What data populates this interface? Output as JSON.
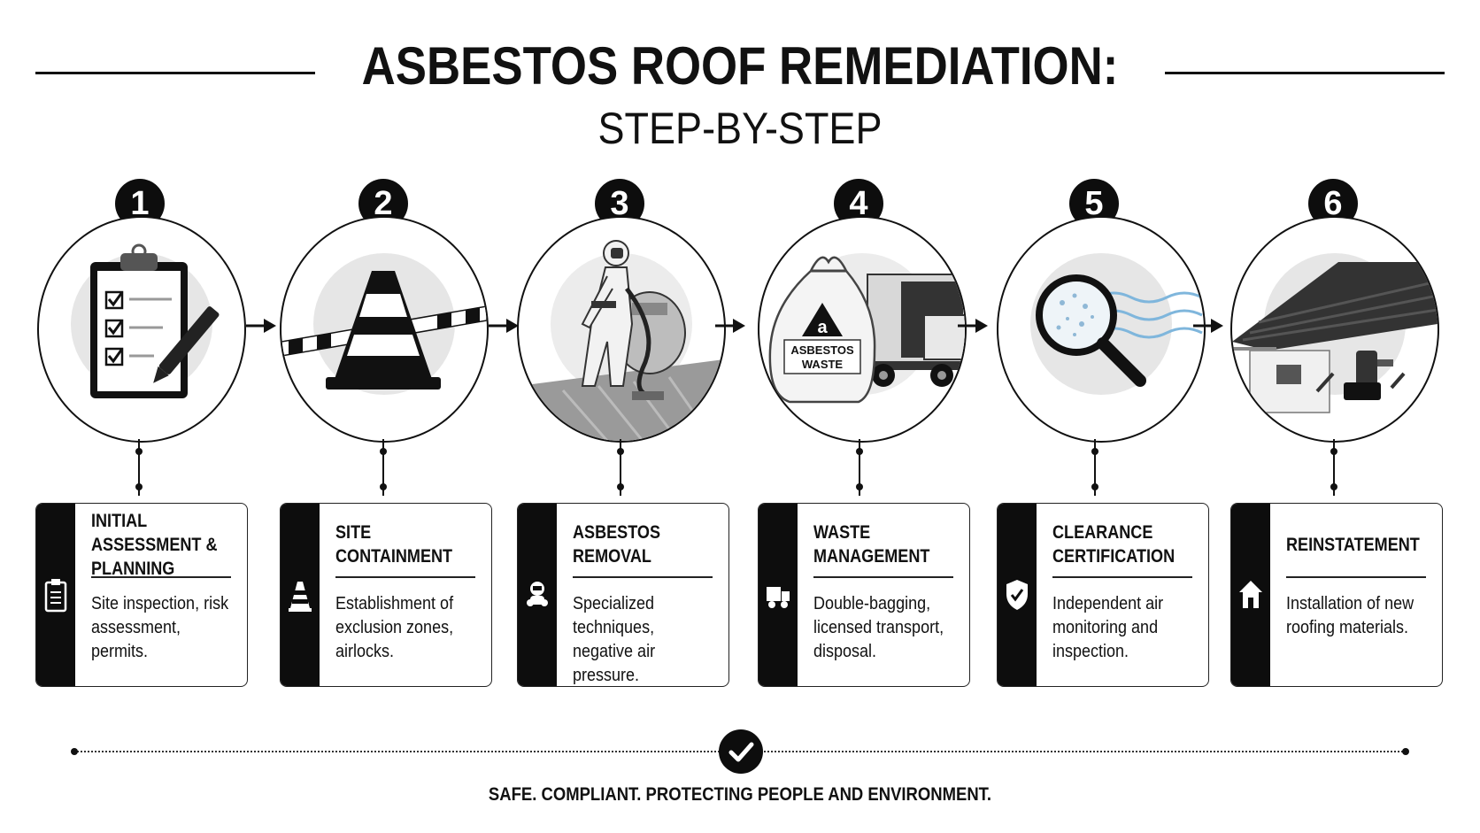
{
  "header": {
    "title": "ASBESTOS ROOF REMEDIATION:",
    "subtitle": "STEP-BY-STEP"
  },
  "steps": [
    {
      "number": "1",
      "title": "INITIAL ASSESSMENT & PLANNING",
      "description": "Site inspection, risk assessment, permits.",
      "icon": "clipboard-icon"
    },
    {
      "number": "2",
      "title": "SITE CONTAINMENT",
      "description": "Establishment of exclusion zones, airlocks.",
      "icon": "traffic-cone-icon"
    },
    {
      "number": "3",
      "title": "ASBESTOS REMOVAL",
      "description": "Specialized techniques, negative air pressure.",
      "icon": "respirator-icon"
    },
    {
      "number": "4",
      "title": "WASTE MANAGEMENT",
      "description": "Double-bagging, licensed transport, disposal.",
      "icon": "truck-icon"
    },
    {
      "number": "5",
      "title": "CLEARANCE CERTIFICATION",
      "description": "Independent air monitoring and inspection.",
      "icon": "shield-check-icon"
    },
    {
      "number": "6",
      "title": "REINSTATEMENT",
      "description": "Installation of new roofing materials.",
      "icon": "house-icon"
    }
  ],
  "illustrations": {
    "bag_label_letter": "a",
    "bag_label_text_1": "ASBESTOS",
    "bag_label_text_2": "WASTE"
  },
  "footer": {
    "tagline": "SAFE. COMPLIANT. PROTECTING PEOPLE AND ENVIRONMENT.",
    "icon": "checkmark-icon"
  },
  "colors": {
    "primary": "#0d0d0d",
    "background": "#ffffff",
    "accent_blue": "#7fb6dc"
  }
}
